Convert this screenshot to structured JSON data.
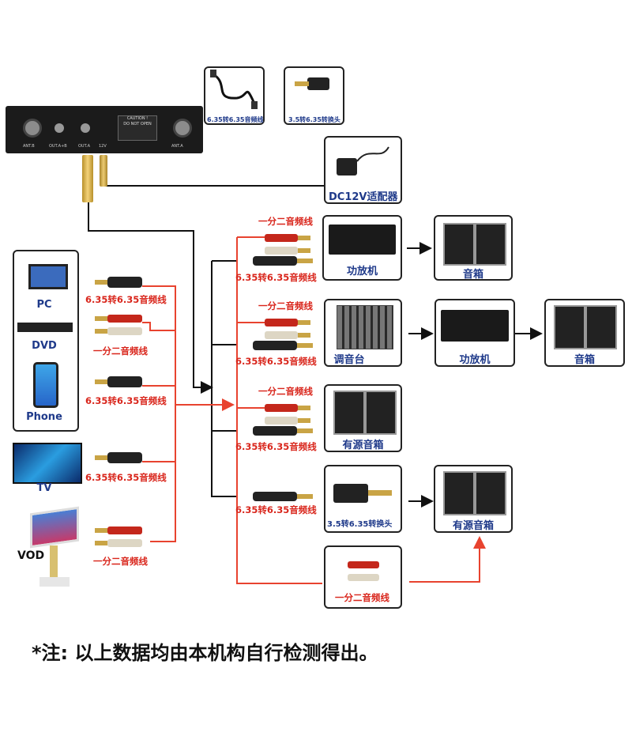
{
  "receiver": {
    "caution": "CAUTION !",
    "no_open": "DO NOT OPEN",
    "ports": [
      "ANT.B",
      "OUT.A+B",
      "OUT.A",
      "12V",
      "ANT.A"
    ]
  },
  "accessories": {
    "cable_label": "6.35转6.35音频线",
    "adapter_label": "3.5转6.35转换头",
    "power_label": "DC12V适配器"
  },
  "sources": [
    {
      "label": "PC",
      "cable": "6.35转6.35音频线"
    },
    {
      "label": "DVD",
      "cable": "一分二音频线"
    },
    {
      "label": "Phone",
      "cable": "6.35转6.35音频线"
    },
    {
      "label": "TV",
      "cable": "6.35转6.35音频线"
    },
    {
      "label": "VOD",
      "cable": "一分二音频线"
    }
  ],
  "rows": [
    {
      "split": "一分二音频线",
      "cable": "6.35转6.35音频线",
      "device": "功放机",
      "target": "音箱"
    },
    {
      "split": "一分二音频线",
      "cable": "6.35转6.35音频线",
      "device": "调音台",
      "amp": "功放机",
      "target": "音箱"
    },
    {
      "split": "一分二音频线",
      "cable": "6.35转6.35音频线",
      "device": "有源音箱"
    },
    {
      "cable": "6.35转6.35音频线",
      "device": "3.5转6.35转换头",
      "target": "有源音箱"
    },
    {
      "device": "一分二音频线"
    }
  ],
  "note": "*注: 以上数据均由本机构自行检测得出。",
  "colors": {
    "wire_red": "#e8432f",
    "wire_black": "#111111",
    "label_red": "#d9261c",
    "label_blue": "#1f3a8a"
  }
}
